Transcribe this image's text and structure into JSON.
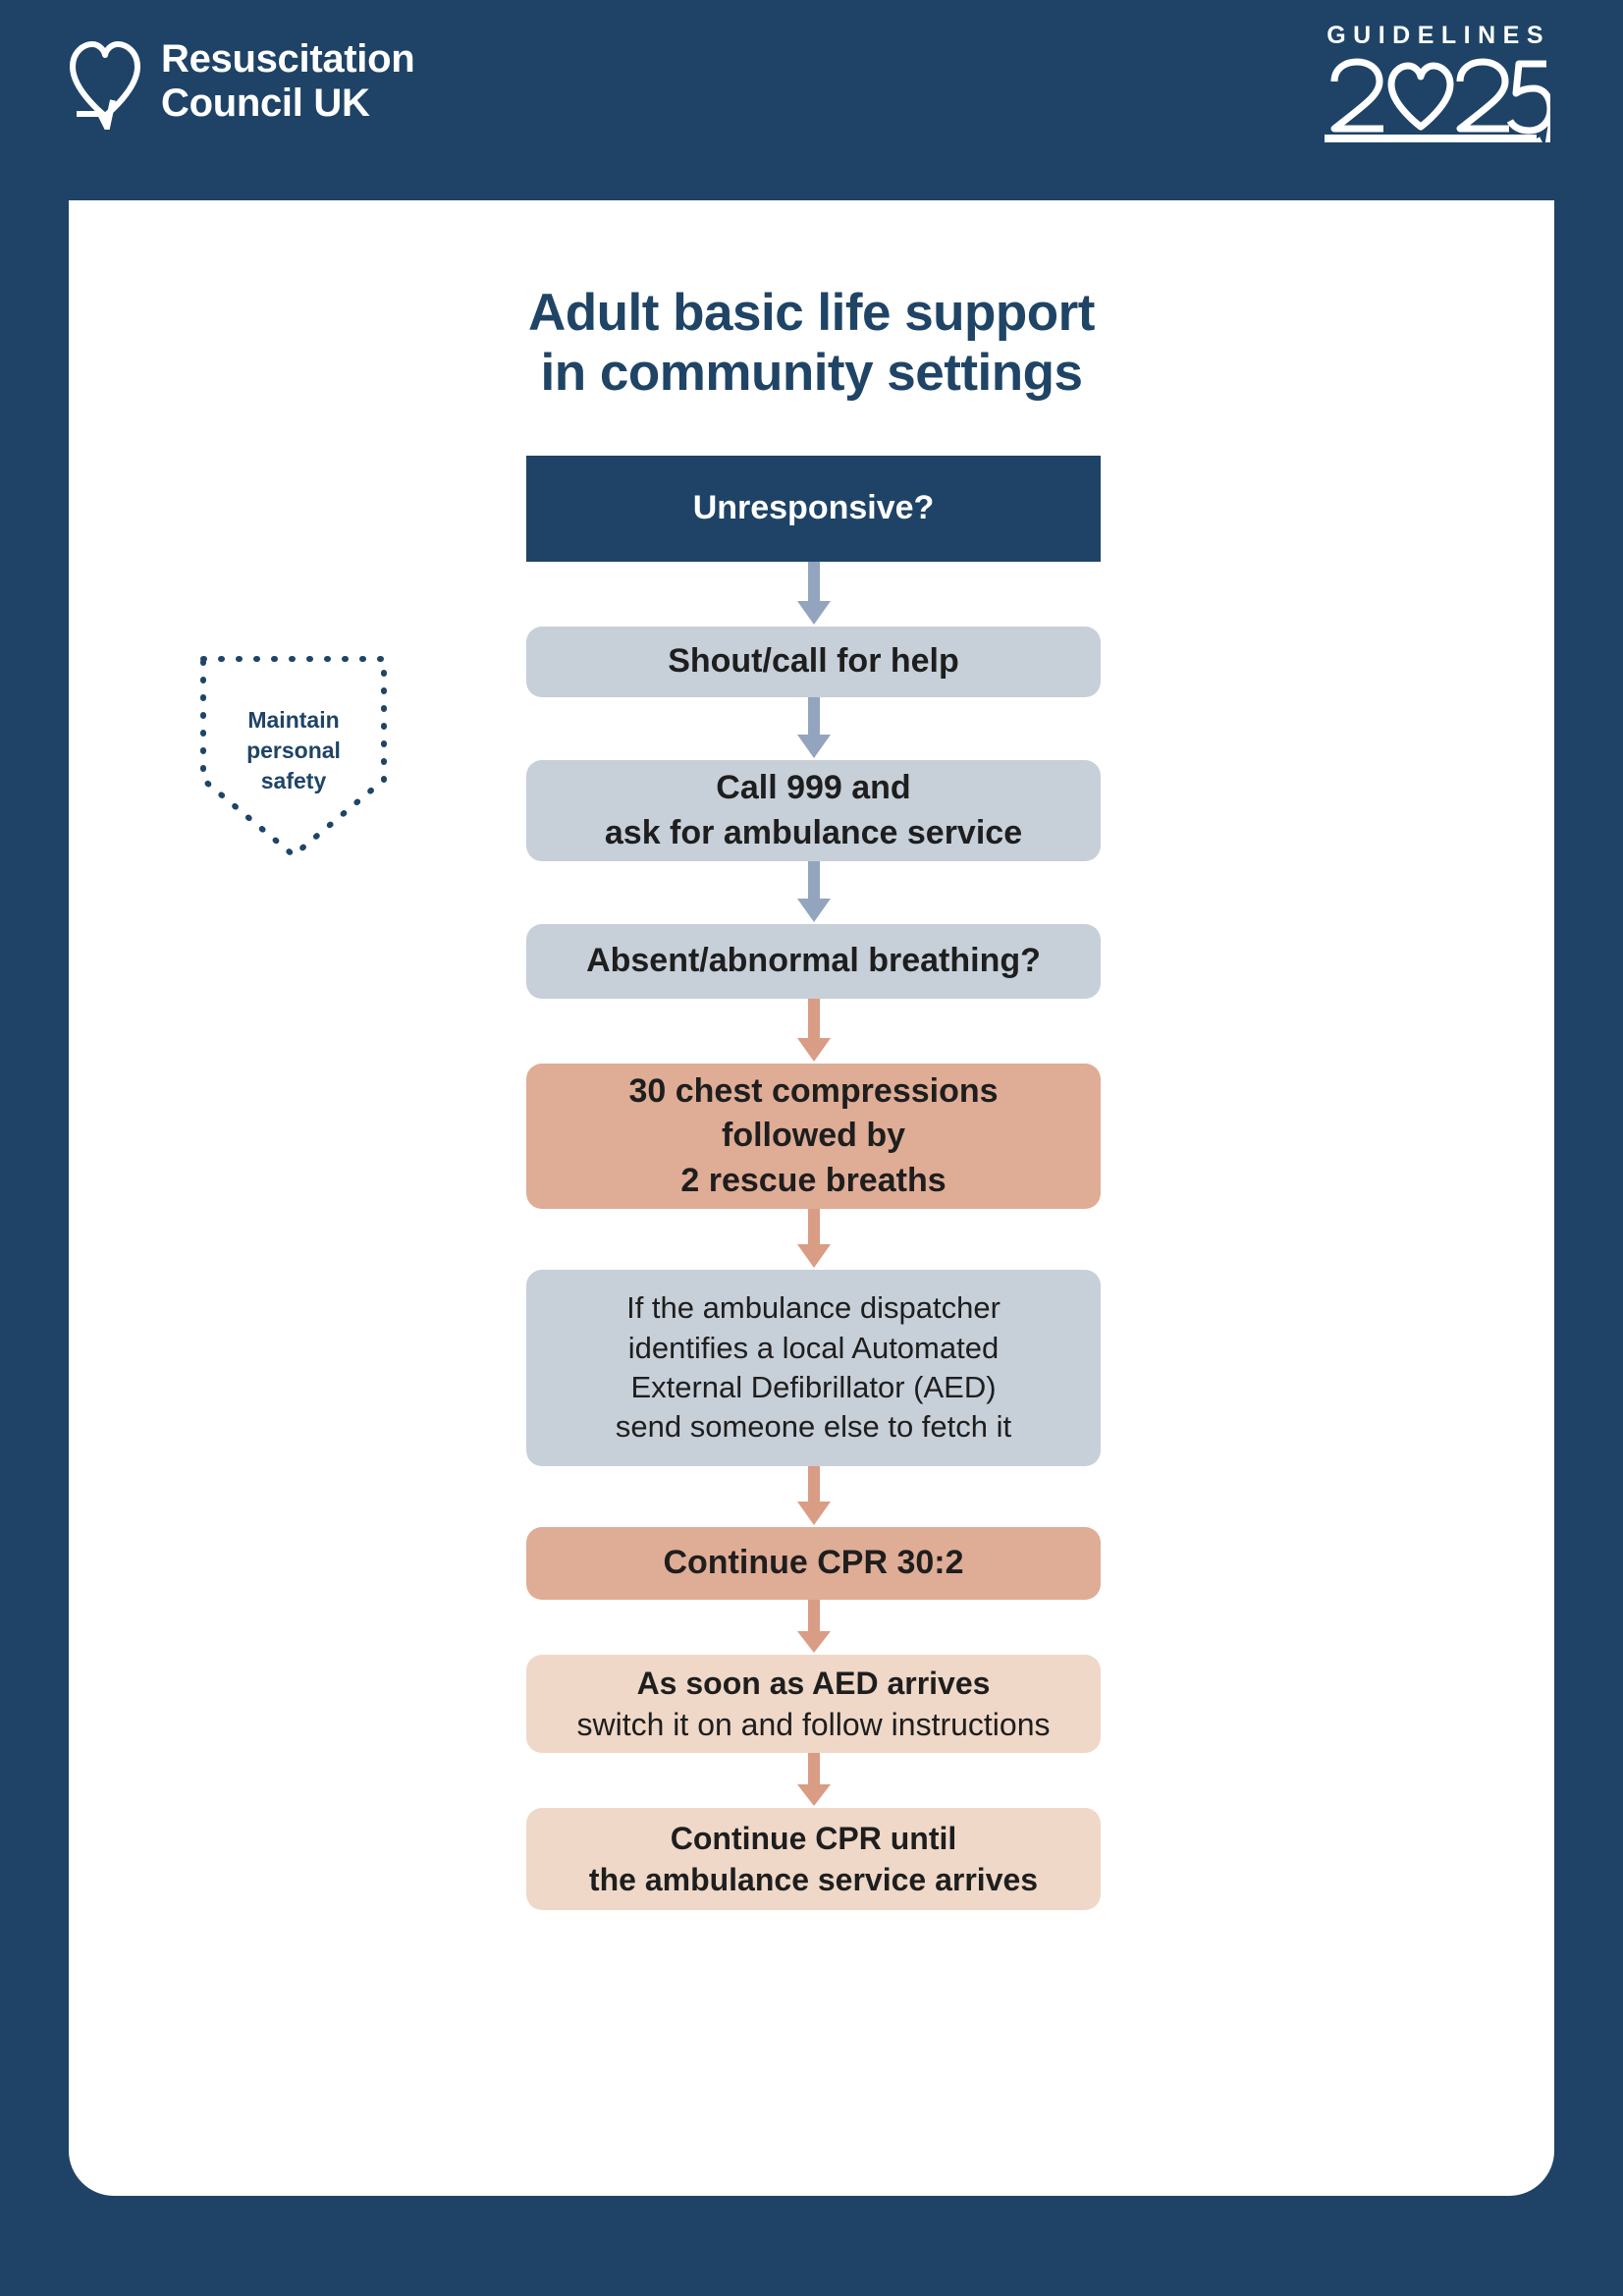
{
  "colors": {
    "navy": "#1E4366",
    "steel": "#C7CFD9",
    "salmon": "#DFAC96",
    "peach": "#EFD8C8",
    "arrow_blue": "#93A4BE",
    "arrow_salmon": "#D99C84",
    "white": "#FFFFFF",
    "text_dark": "#1E1E1E",
    "title_blue": "#1F4466"
  },
  "header": {
    "brand_name": "Resuscitation\nCouncil UK",
    "brand_icon": "heart-outline-pulse-icon",
    "guidelines_word": "GUIDELINES",
    "guidelines_year": "2025",
    "guidelines_year_icon": "heart-zero-icon"
  },
  "title": "Adult basic life support\nin community settings",
  "safety_badge": {
    "icon": "dotted-shield-icon",
    "label": "Maintain\npersonal\nsafety"
  },
  "chart_data": {
    "type": "diagram",
    "diagram_kind": "flowchart",
    "title": "Adult basic life support in community settings",
    "orientation": "vertical",
    "nodes": [
      {
        "id": "n1",
        "style": "navy",
        "shape": "rectangle",
        "lines": [
          {
            "text": "Unresponsive?",
            "weight": "bold",
            "size": 34
          }
        ]
      },
      {
        "id": "n2",
        "style": "steel",
        "shape": "rounded-rectangle",
        "lines": [
          {
            "text": "Shout/call for help",
            "weight": "bold",
            "size": 34
          }
        ]
      },
      {
        "id": "n3",
        "style": "steel",
        "shape": "rounded-rectangle",
        "lines": [
          {
            "text": "Call 999 and",
            "weight": "bold",
            "size": 34
          },
          {
            "text": "ask for ambulance service",
            "weight": "bold",
            "size": 34
          }
        ]
      },
      {
        "id": "n4",
        "style": "steel",
        "shape": "rounded-rectangle",
        "lines": [
          {
            "text": "Absent/abnormal breathing?",
            "weight": "bold",
            "size": 34
          }
        ]
      },
      {
        "id": "n5",
        "style": "salmon",
        "shape": "rounded-rectangle",
        "lines": [
          {
            "text": "30 chest compressions",
            "weight": "bold",
            "size": 34
          },
          {
            "text": "followed by",
            "weight": "bold",
            "size": 34
          },
          {
            "text": "2 rescue breaths",
            "weight": "bold",
            "size": 34
          }
        ]
      },
      {
        "id": "n6",
        "style": "steel",
        "shape": "rounded-rectangle",
        "lines": [
          {
            "text": "If the ambulance dispatcher",
            "weight": "normal",
            "size": 31
          },
          {
            "text": "identifies a local Automated",
            "weight": "normal",
            "size": 31
          },
          {
            "text": "External Defibrillator (AED)",
            "weight": "normal",
            "size": 31
          },
          {
            "text": "send someone else to fetch it",
            "weight": "normal",
            "size": 31
          }
        ]
      },
      {
        "id": "n7",
        "style": "salmon",
        "shape": "rounded-rectangle",
        "lines": [
          {
            "text": "Continue CPR 30:2",
            "weight": "bold",
            "size": 34
          }
        ]
      },
      {
        "id": "n8",
        "style": "peach",
        "shape": "rounded-rectangle",
        "lines": [
          {
            "text": "As soon as AED arrives",
            "weight": "bold",
            "size": 32
          },
          {
            "text": "switch it on and follow instructions",
            "weight": "normal",
            "size": 32
          }
        ]
      },
      {
        "id": "n9",
        "style": "peach",
        "shape": "rounded-rectangle",
        "lines": [
          {
            "text": "Continue CPR until",
            "weight": "bold",
            "size": 32
          },
          {
            "text": "the ambulance service arrives",
            "weight": "bold",
            "size": 32
          }
        ]
      }
    ],
    "edges": [
      {
        "from": "n1",
        "to": "n2",
        "color": "#93A4BE",
        "arrow": "down"
      },
      {
        "from": "n2",
        "to": "n3",
        "color": "#93A4BE",
        "arrow": "down"
      },
      {
        "from": "n3",
        "to": "n4",
        "color": "#93A4BE",
        "arrow": "down"
      },
      {
        "from": "n4",
        "to": "n5",
        "color": "#D99C84",
        "arrow": "down"
      },
      {
        "from": "n5",
        "to": "n6",
        "color": "#D99C84",
        "arrow": "down"
      },
      {
        "from": "n6",
        "to": "n7",
        "color": "#D99C84",
        "arrow": "down"
      },
      {
        "from": "n7",
        "to": "n8",
        "color": "#D99C84",
        "arrow": "down"
      },
      {
        "from": "n8",
        "to": "n9",
        "color": "#D99C84",
        "arrow": "down"
      }
    ],
    "annotations": [
      {
        "text": "Maintain personal safety",
        "shape": "dotted-shield",
        "position": "left-of-n1"
      }
    ]
  }
}
